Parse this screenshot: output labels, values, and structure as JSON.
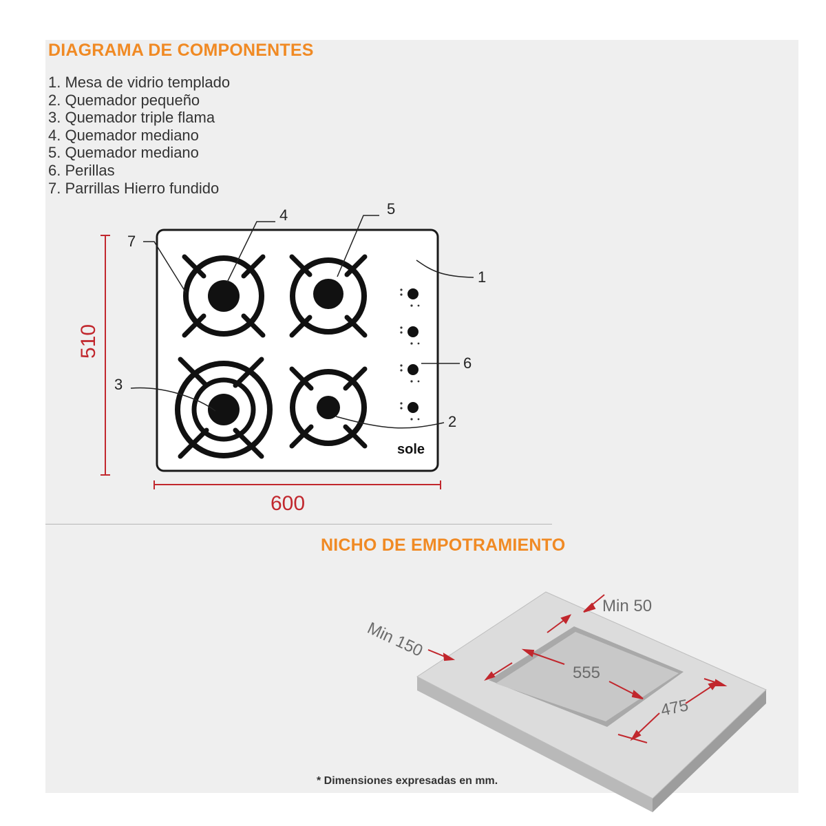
{
  "components": {
    "heading": "DIAGRAMA DE COMPONENTES",
    "parts": [
      "1. Mesa de vidrio templado",
      "2. Quemador pequeño",
      "3. Quemador triple flama",
      "4. Quemador mediano",
      "5. Quemador mediano",
      "6. Perillas",
      "7. Parrillas Hierro fundido"
    ],
    "callouts": [
      "1",
      "2",
      "3",
      "4",
      "5",
      "6",
      "7"
    ],
    "brand": "sole",
    "height_mm": "510",
    "width_mm": "600"
  },
  "niche": {
    "heading": "NICHO DE EMPOTRAMIENTO",
    "min_back": "Min 50",
    "min_front": "Min 150",
    "cut_width": "555",
    "cut_depth": "475"
  },
  "footnote": "* Dimensiones expresadas en mm.",
  "colors": {
    "heading": "#f08a24",
    "dimension_red": "#c1272d",
    "panel_background": "#efefef"
  }
}
